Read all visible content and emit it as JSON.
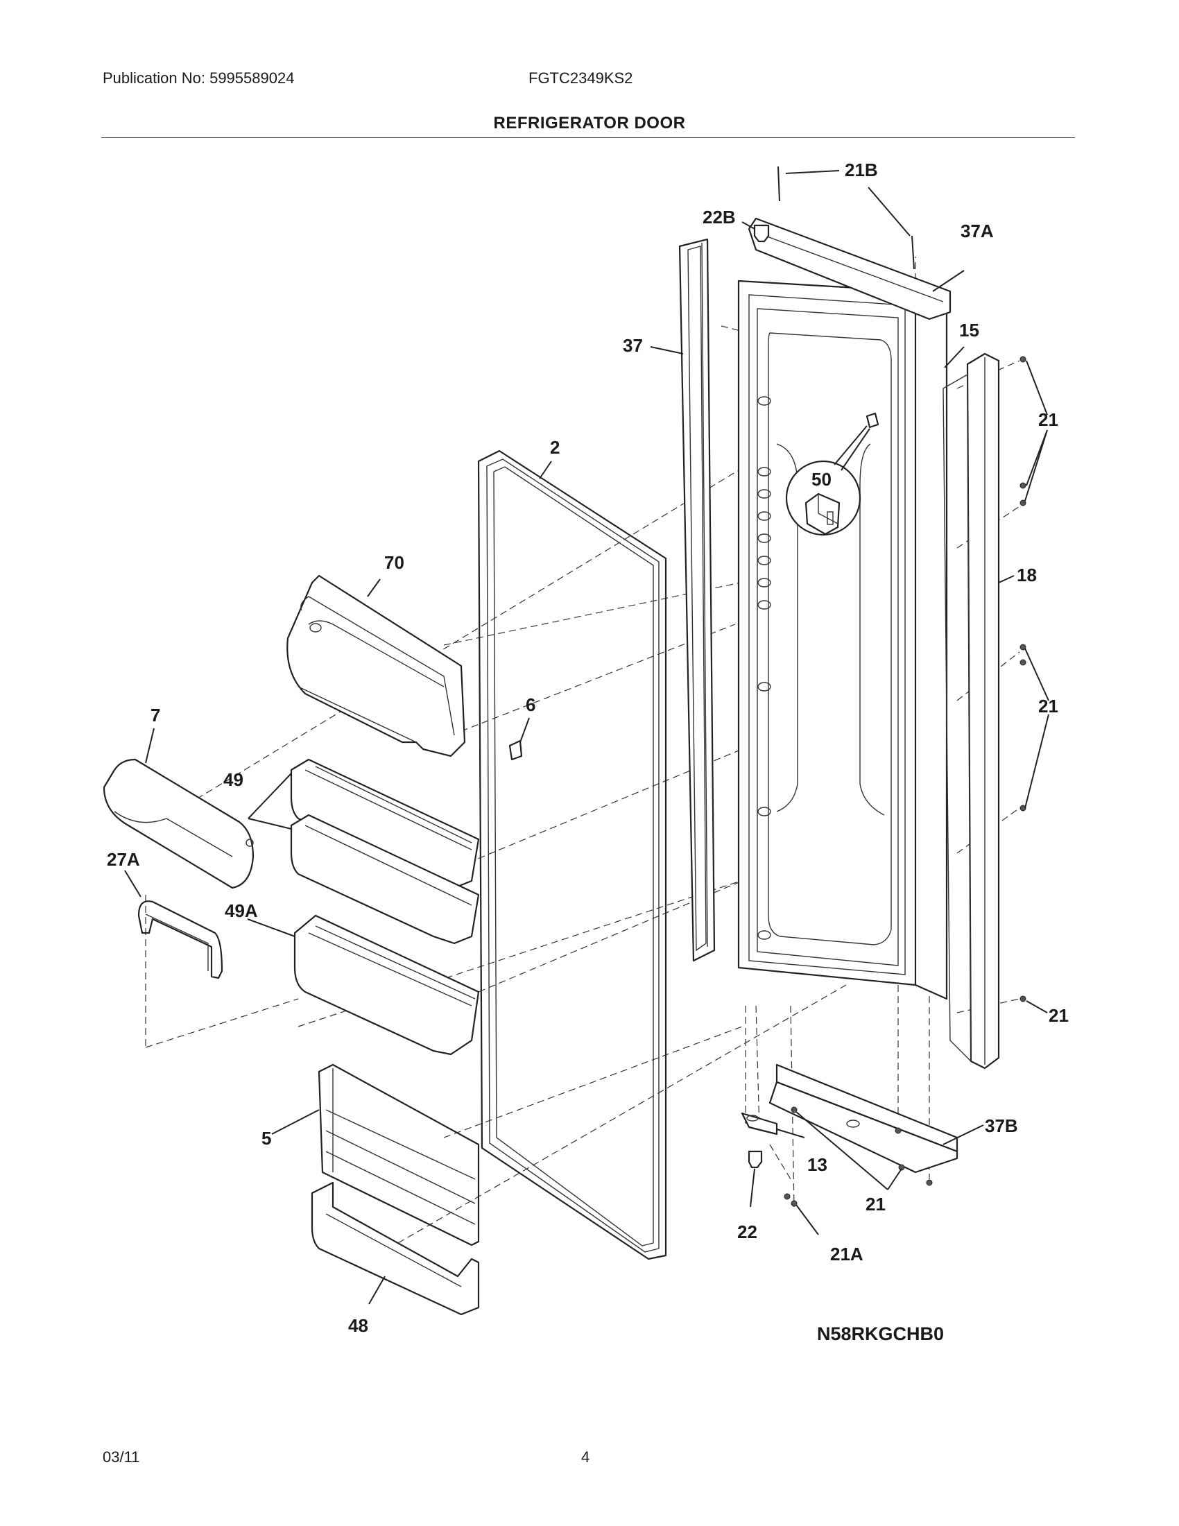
{
  "header": {
    "publication": "Publication No: 5995589024",
    "model": "FGTC2349KS2",
    "title": "REFRIGERATOR DOOR"
  },
  "diagram_code": "N58RKGCHB0",
  "part_labels": {
    "p2": "2",
    "p5": "5",
    "p6": "6",
    "p7": "7",
    "p13": "13",
    "p15": "15",
    "p18": "18",
    "p21": "21",
    "p21A": "21A",
    "p21B": "21B",
    "p22": "22",
    "p22B": "22B",
    "p27A": "27A",
    "p37": "37",
    "p37A": "37A",
    "p37B": "37B",
    "p48": "48",
    "p49": "49",
    "p49A": "49A",
    "p50": "50",
    "p70": "70"
  },
  "footer": {
    "date": "03/11",
    "page": "4"
  }
}
